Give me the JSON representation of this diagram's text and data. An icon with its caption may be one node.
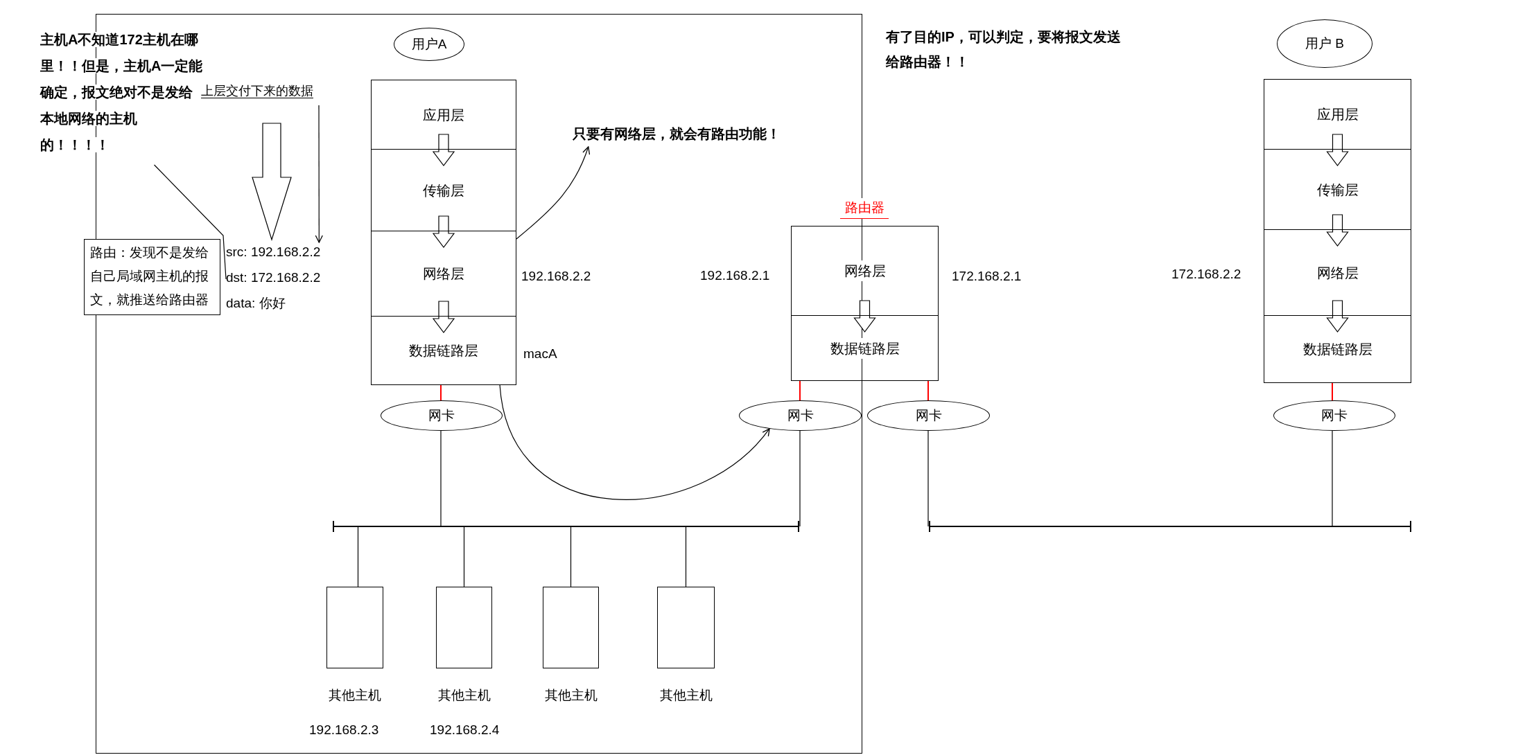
{
  "diagram": {
    "nodes": [
      {
        "text": [
          "主机A不知道172主机在哪里！！但是，主机A一定能确定，报文绝对不是发给本地网络的主机的！！！！"
        ]
      },
      {
        "text": [
          "用户A"
        ]
      },
      {
        "text": [
          "上层交付下来的数据"
        ]
      },
      {
        "text": [
          "路由：发现不是发给自己局域网主机的报文，就推送给路由器"
        ]
      },
      {
        "text": [
          "src: 192.168.2.2"
        ]
      },
      {
        "text": [
          "dst: 172.168.2.2"
        ]
      },
      {
        "text": [
          "data: 你好"
        ]
      },
      {
        "text": [
          "应用层"
        ]
      },
      {
        "text": [
          "传输层"
        ]
      },
      {
        "text": [
          "网络层"
        ]
      },
      {
        "text": [
          "数据链路层"
        ]
      },
      {
        "text": [
          "只要有网络层，就会有路由功能！"
        ]
      },
      {
        "text": [
          "网络层"
        ]
      },
      {
        "text": [
          "数据链路层"
        ]
      },
      {
        "text": [
          "用户 B"
        ]
      },
      {
        "text": [
          "应用层"
        ]
      },
      {
        "text": [
          "传输层"
        ]
      },
      {
        "text": [
          "网络层"
        ]
      },
      {
        "text": [
          "数据链路层"
        ]
      },
      {
        "text": [
          "网卡"
        ]
      },
      {
        "text": [
          "网卡"
        ]
      },
      {
        "text": [
          "网卡"
        ]
      },
      {
        "text": [
          "网卡"
        ]
      },
      {
        "text": [],
        "shape": "bar"
      },
      {
        "text": [],
        "shape": "bar"
      },
      {
        "text": [],
        "shape": "box",
        "beside": [
          "其他主机"
        ]
      },
      {
        "text": [],
        "shape": "box",
        "beside": [
          "其他主机"
        ]
      },
      {
        "text": [],
        "shape": "box",
        "beside": [
          "其他主机"
        ]
      },
      {
        "text": [],
        "shape": "box",
        "beside": [
          "其他主机"
        ]
      }
    ],
    "edges": [
      {
        "from": 7,
        "to": 8,
        "arrow": "to"
      },
      {
        "from": 8,
        "to": 9,
        "arrow": "to"
      },
      {
        "from": 9,
        "to": 10,
        "arrow": "to"
      },
      {
        "from": 12,
        "to": 13,
        "arrow": "to"
      },
      {
        "from": 15,
        "to": 16,
        "arrow": "to"
      },
      {
        "from": 16,
        "to": 17,
        "arrow": "to"
      },
      {
        "from": 17,
        "to": 18,
        "arrow": "to"
      },
      {
        "from": 10,
        "to": 19,
        "arrow": "none",
        "color": "#ff0000"
      },
      {
        "from": 13,
        "to": 20,
        "arrow": "none",
        "color": "#ff0000"
      },
      {
        "from": 13,
        "to": 21,
        "arrow": "none",
        "color": "#ff0000"
      },
      {
        "from": 18,
        "to": 22,
        "arrow": "none",
        "color": "#ff0000"
      },
      {
        "from": 19,
        "to": 23,
        "arrow": "none"
      },
      {
        "from": 20,
        "to": 23,
        "arrow": "none"
      },
      {
        "from": 21,
        "to": 24,
        "arrow": "none"
      },
      {
        "from": 22,
        "to": 24,
        "arrow": "none"
      },
      {
        "from": 25,
        "to": 23,
        "arrow": "none"
      },
      {
        "from": 26,
        "to": 23,
        "arrow": "none"
      },
      {
        "from": 27,
        "to": 23,
        "arrow": "none"
      },
      {
        "from": 28,
        "to": 23,
        "arrow": "none"
      },
      {
        "from": 10,
        "to": 20,
        "arrow": "to"
      },
      {
        "from": 9,
        "to": 11,
        "arrow": "to"
      },
      {
        "from": 0,
        "to": 5,
        "arrow": "none"
      },
      {
        "from": 2,
        "to": 4,
        "arrow": "to"
      },
      {
        "from": null,
        "to": 4,
        "arrow": "to"
      }
    ],
    "labels": [
      "有了目的IP，可以判定，要将报文发送给路由器！！",
      "路由器",
      "192.168.2.2",
      "macA",
      "192.168.2.1",
      "172.168.2.1",
      "172.168.2.2",
      "192.168.2.3",
      "192.168.2.4"
    ]
  }
}
